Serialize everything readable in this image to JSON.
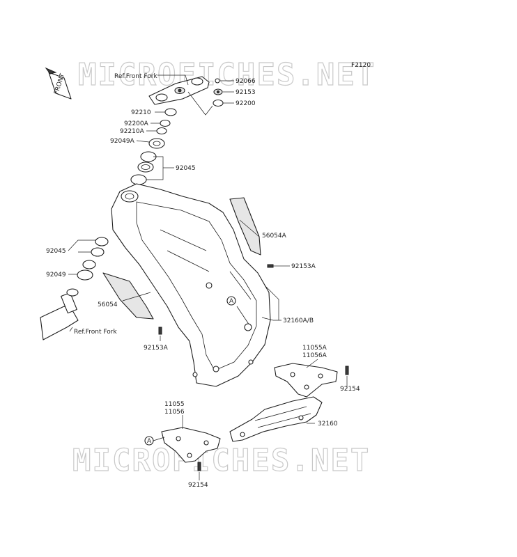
{
  "diagram_id": "F2120",
  "watermark_text": "MICROFICHES.NET",
  "front_indicator": "FRONT",
  "callout_letter": "A",
  "labels": {
    "ref_front_fork_top": "Ref.Front Fork",
    "ref_front_fork_bottom": "Ref.Front Fork",
    "p92066": "92066",
    "p92153": "92153",
    "p92200": "92200",
    "p92210": "92210",
    "p92200A": "92200A",
    "p92210A": "92210A",
    "p92049A": "92049A",
    "p92045_top": "92045",
    "p92045_left": "92045",
    "p92049": "92049",
    "p56054A": "56054A",
    "p92153A_top": "92153A",
    "p56054": "56054",
    "p32160AB": "32160A/B",
    "p92153A_bottom": "92153A",
    "p11055A": "11055A",
    "p11056A": "11056A",
    "p92154_right": "92154",
    "p11055": "11055",
    "p11056": "11056",
    "p32160": "32160",
    "p92154_bottom": "92154"
  }
}
